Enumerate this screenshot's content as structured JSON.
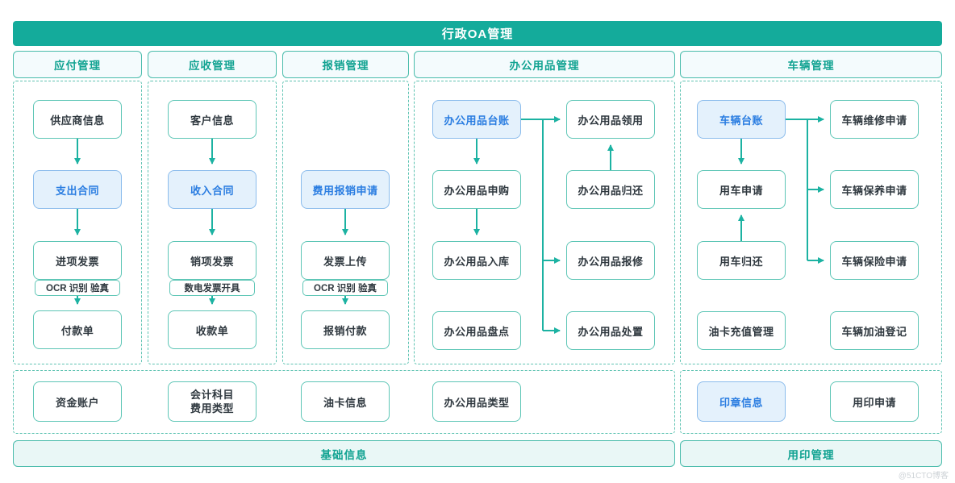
{
  "banner": {
    "title": "行政OA管理"
  },
  "colors": {
    "banner_bg": "#14ab9b",
    "teal_text": "#12a392",
    "teal_border": "#5ec6b6",
    "arrow": "#1cb2a2",
    "highlight_bg": "#e4f1fc",
    "highlight_border": "#8bbcec",
    "highlight_text": "#2a7de1"
  },
  "columns": {
    "payable": {
      "header": "应付管理",
      "nodes": {
        "supplier": "供应商信息",
        "contract": "支出合同",
        "invoice": "进项发票",
        "ocr_tag": "OCR 识别 验真",
        "payment": "付款单"
      }
    },
    "receivable": {
      "header": "应收管理",
      "nodes": {
        "customer": "客户信息",
        "contract": "收入合同",
        "invoice": "销项发票",
        "invoice_tag": "数电发票开具",
        "receipt": "收款单"
      }
    },
    "reimburse": {
      "header": "报销管理",
      "nodes": {
        "apply": "费用报销申请",
        "upload": "发票上传",
        "ocr_tag": "OCR 识别 验真",
        "payment": "报销付款"
      }
    },
    "office": {
      "header": "办公用品管理",
      "nodes": {
        "ledger": "办公用品台账",
        "purchase": "办公用品申购",
        "inbound": "办公用品入库",
        "inventory": "办公用品盘点",
        "pickup": "办公用品领用",
        "return": "办公用品归还",
        "repair": "办公用品报修",
        "dispose": "办公用品处置"
      }
    },
    "vehicle": {
      "header": "车辆管理",
      "nodes": {
        "ledger": "车辆台账",
        "apply": "用车申请",
        "return": "用车归还",
        "fuel_card": "油卡充值管理",
        "repair": "车辆维修申请",
        "maintain": "车辆保养申请",
        "insurance": "车辆保险申请",
        "fuel_log": "车辆加油登记"
      }
    }
  },
  "base_info": {
    "bar_label": "基础信息",
    "nodes": {
      "fund_account": "资金账户",
      "subject_line1": "会计科目",
      "subject_line2": "费用类型",
      "fuel_card_info": "油卡信息",
      "office_type": "办公用品类型"
    }
  },
  "seal": {
    "bar_label": "用印管理",
    "nodes": {
      "seal_info": "印章信息",
      "seal_apply": "用印申请"
    }
  },
  "watermark": "@51CTO博客"
}
